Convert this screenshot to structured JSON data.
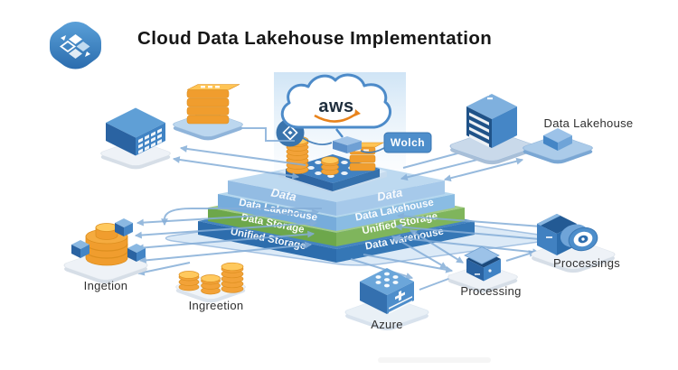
{
  "header": {
    "title": "Cloud Data Lakehouse Implementation"
  },
  "center": {
    "aws_label": "aws",
    "watch_tag": "Wolch",
    "layers": [
      {
        "left": "Data",
        "right": "Data"
      },
      {
        "left": "Data Lakehouse",
        "right": "Data Lakehouse"
      },
      {
        "left": "Data Storage",
        "right": "Unified Storage"
      },
      {
        "left": "Unified Storage",
        "right": "Data warehouse"
      }
    ]
  },
  "nodes": {
    "data_lakehouse": {
      "label": "Data Lakehouse"
    },
    "ingetion": {
      "label": "Ingetion"
    },
    "ingreetion": {
      "label": "Ingreetion"
    },
    "azure": {
      "label": "Azure"
    },
    "processing": {
      "label": "Processing"
    },
    "processings": {
      "label": "Processings"
    }
  },
  "colors": {
    "brand_blue": "#2e75b6",
    "light_layer_blue": "#9dc3e6",
    "green_layer": "#76ad52",
    "dark_layer_blue": "#2d6dad",
    "arrow_blue": "#85aed8",
    "coin_orange": "#f2a238",
    "aws_smile_orange": "#e8831c",
    "label_text": "#2f2f2f"
  }
}
